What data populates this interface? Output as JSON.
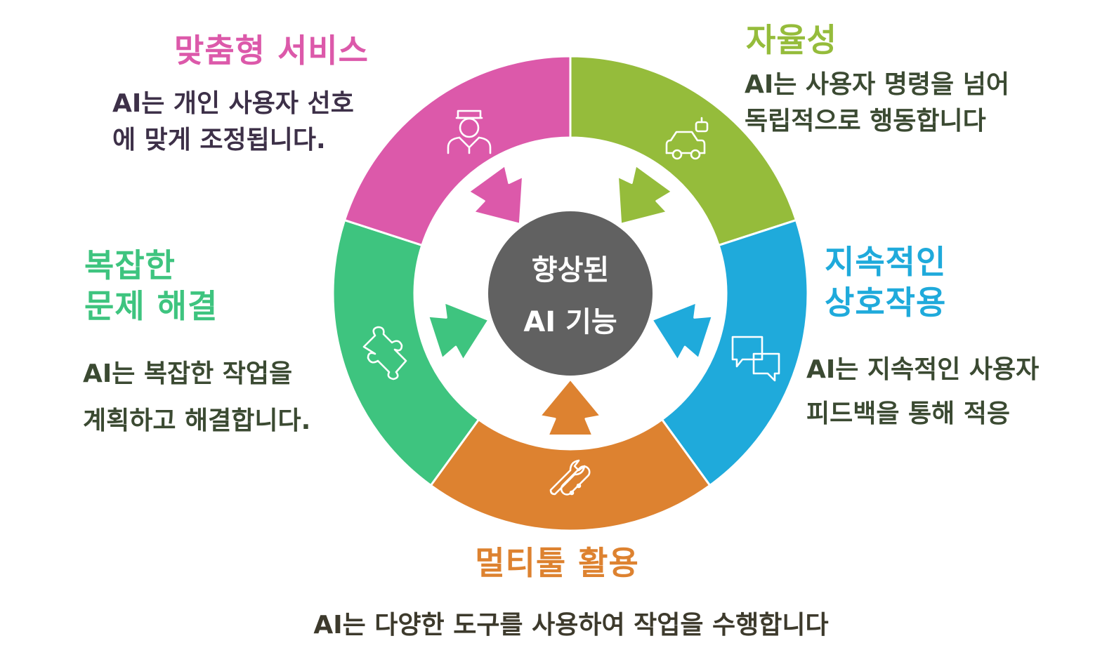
{
  "center": {
    "line1": "향상된",
    "line2": "AI 기능",
    "color": "#616161"
  },
  "segments": [
    {
      "id": "personalized",
      "title": "맞춤형 서비스",
      "desc": [
        "AI는 개인 사용자 선호",
        "에 맞게 조정됩니다."
      ],
      "color": "#dc59aa",
      "icon": "bellhop-person-icon"
    },
    {
      "id": "autonomy",
      "title": "자율성",
      "desc": [
        "AI는 사용자 명령을 넘어",
        "독립적으로 행동합니다"
      ],
      "color": "#95bc3b",
      "icon": "robot-car-icon"
    },
    {
      "id": "continuous",
      "title_lines": [
        "지속적인",
        "상호작용"
      ],
      "desc": [
        "AI는 지속적인 사용자",
        "피드백을 통해 적응"
      ],
      "color": "#1faadb",
      "icon": "chat-bubbles-icon"
    },
    {
      "id": "multitool",
      "title": "멀티툴 활용",
      "desc": [
        "AI는 다양한 도구를 사용하여 작업을 수행합니다"
      ],
      "color": "#dd8230",
      "icon": "tools-icon"
    },
    {
      "id": "complex",
      "title_lines": [
        "복잡한",
        "문제 해결"
      ],
      "desc": [
        "AI는 복잡한 작업을",
        "계획하고 해결합니다."
      ],
      "color": "#3ec47f",
      "icon": "puzzle-piece-icon"
    }
  ]
}
